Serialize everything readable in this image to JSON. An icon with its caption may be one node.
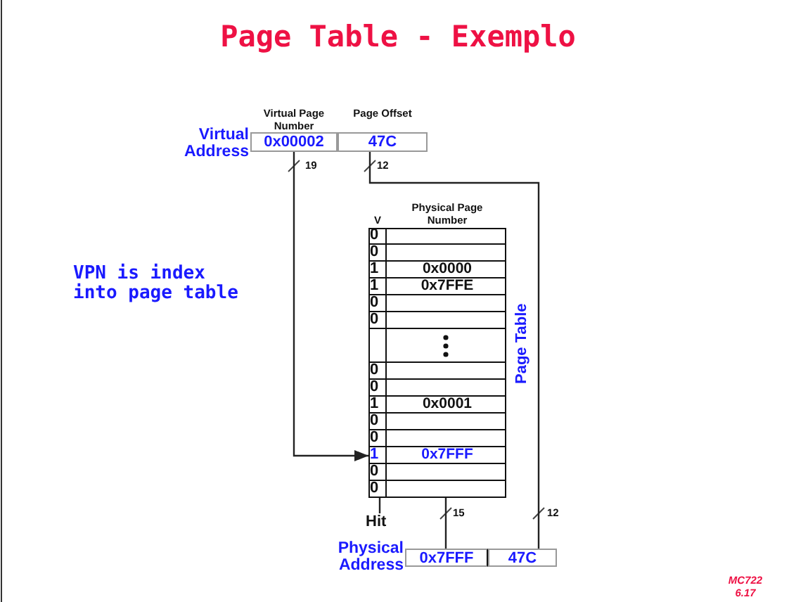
{
  "diagram": {
    "title": "Page Table - Exemplo",
    "nodes": [
      {
        "text": [
          "Virtual Page Number",
          "0x00002"
        ]
      },
      {
        "text": [
          "Page Offset",
          "47C"
        ]
      },
      {
        "text": [
          "V",
          "Physical Page Number",
          "Page Table"
        ]
      },
      {
        "text": [
          "0"
        ],
        "in": 2
      },
      {
        "text": [
          "0"
        ],
        "in": 2
      },
      {
        "text": [
          "1",
          "0x0000"
        ],
        "in": 2
      },
      {
        "text": [
          "1",
          "0x7FFE"
        ],
        "in": 2
      },
      {
        "text": [
          "0"
        ],
        "in": 2
      },
      {
        "text": [
          "0"
        ],
        "in": 2
      },
      {
        "text": [],
        "shape": "box",
        "in": 2
      },
      {
        "text": [
          "0"
        ],
        "in": 2
      },
      {
        "text": [
          "0"
        ],
        "in": 2
      },
      {
        "text": [
          "1",
          "0x0001"
        ],
        "in": 2
      },
      {
        "text": [
          "0"
        ],
        "in": 2
      },
      {
        "text": [
          "0"
        ],
        "in": 2
      },
      {
        "text": [
          "1",
          "0x7FFF"
        ],
        "in": 2
      },
      {
        "text": [
          "0"
        ],
        "in": 2
      },
      {
        "text": [
          "0"
        ],
        "in": 2
      },
      {
        "text": [
          "Hit"
        ]
      },
      {
        "text": [
          "0x7FFF"
        ]
      },
      {
        "text": [
          "47C"
        ]
      }
    ],
    "edges": [
      {
        "from": 0,
        "to": 15,
        "arrow": "to"
      },
      {
        "from": 1,
        "to": 20,
        "arrow": "none"
      },
      {
        "from": 2,
        "to": 19,
        "arrow": "none"
      },
      {
        "from": 2,
        "to": 18,
        "arrow": "none"
      }
    ],
    "labels": [
      "Virtual Address",
      "19",
      "12",
      "VPN is index into page table",
      "15",
      "12",
      "Physical Address",
      "MC722",
      "6.17"
    ]
  }
}
